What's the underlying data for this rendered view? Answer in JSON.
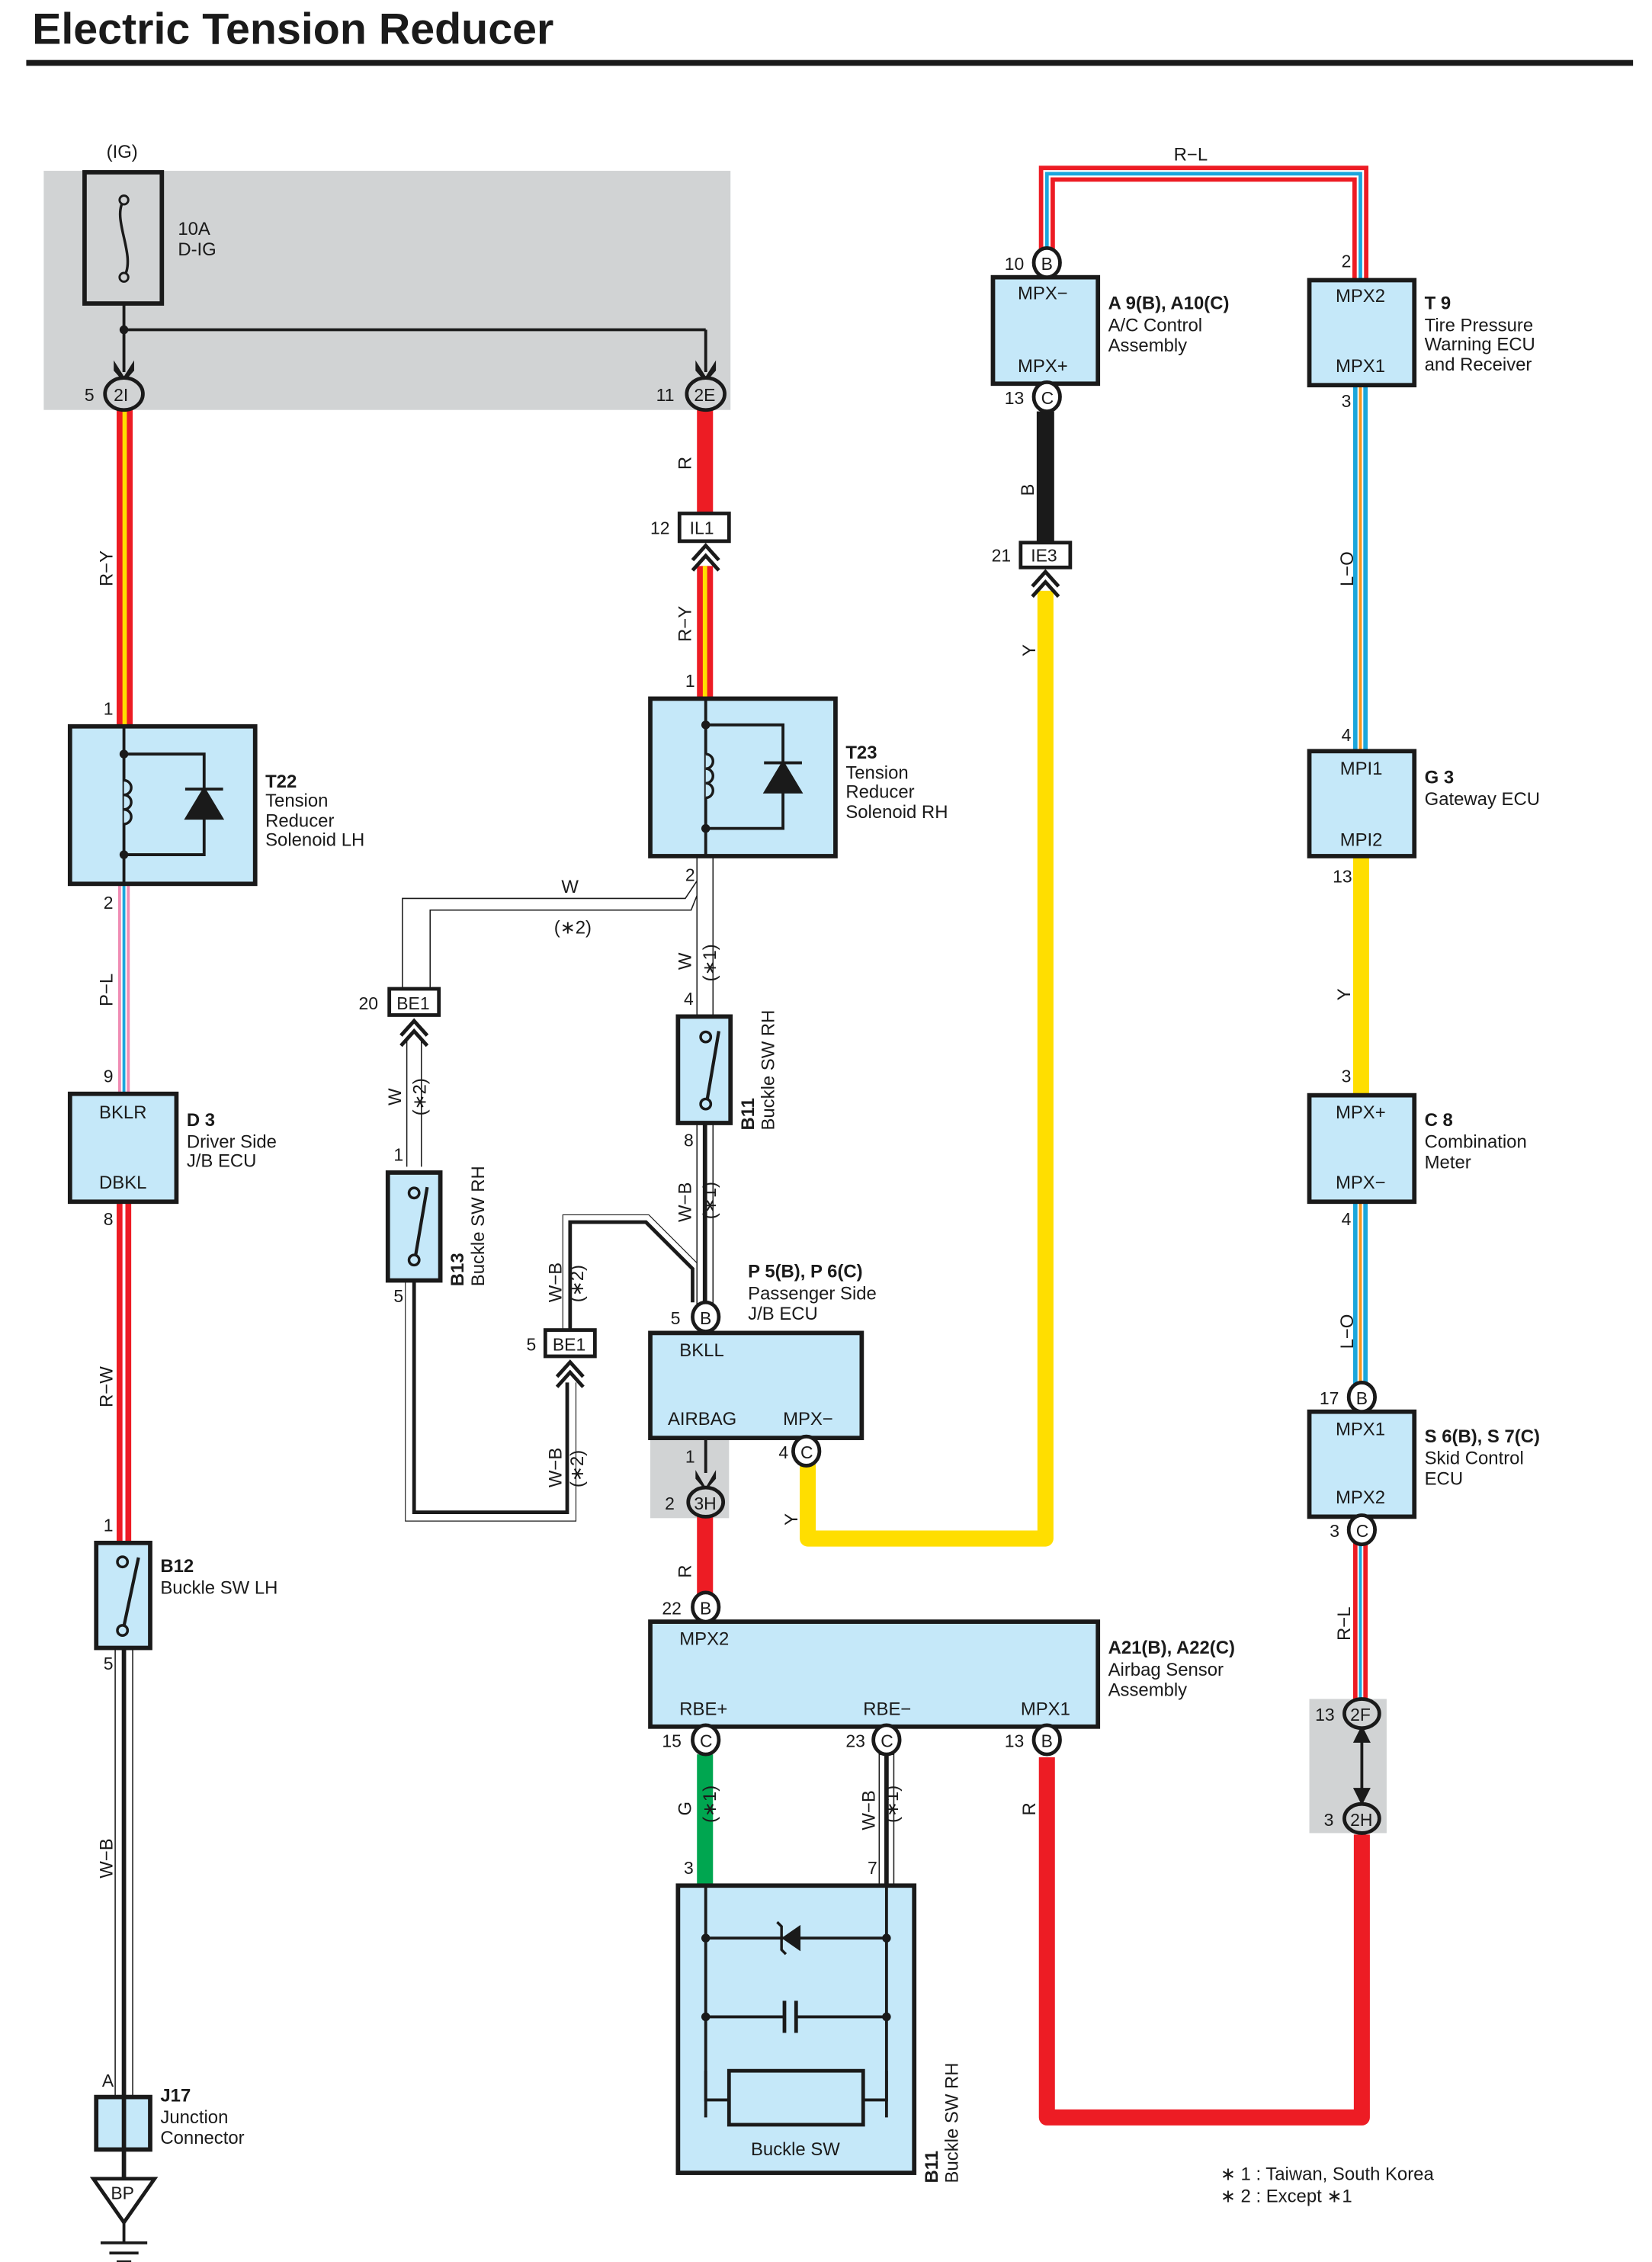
{
  "title": "Electric Tension Reducer",
  "colors": {
    "red": "#ed1c24",
    "yellow": "#ffde00",
    "blue": "#1ba6dc",
    "orange": "#f7941d",
    "pink": "#f08cb4",
    "green": "#00a650",
    "black": "#1a1a1a",
    "component_fill": "#c5e8f9",
    "junction_block_gray": "#d1d3d4"
  },
  "power": {
    "source": "(IG)",
    "fuse_rating": "10A",
    "fuse_name": "D-IG",
    "connectors": [
      {
        "pin": "5",
        "id": "2I"
      },
      {
        "pin": "11",
        "id": "2E"
      }
    ]
  },
  "components": {
    "t22": {
      "code": "T22",
      "name_lines": [
        "Tension",
        "Reducer",
        "Solenoid LH"
      ],
      "pins": [
        "1",
        "2"
      ]
    },
    "t23": {
      "code": "T23",
      "name_lines": [
        "Tension",
        "Reducer",
        "Solenoid RH"
      ],
      "pins": [
        "1",
        "2"
      ]
    },
    "d3": {
      "code": "D 3",
      "name_lines": [
        "Driver Side",
        "J/B ECU"
      ],
      "terminals": [
        "BKLR",
        "DBKL"
      ],
      "pins": [
        "9",
        "8"
      ]
    },
    "b12": {
      "code": "B12",
      "name": "Buckle SW LH",
      "pins": [
        "1",
        "5"
      ]
    },
    "j17": {
      "code": "J17",
      "name_lines": [
        "Junction",
        "Connector"
      ],
      "pin": "A"
    },
    "ground": {
      "label": "BP"
    },
    "b13": {
      "code": "B13",
      "name": "Buckle SW RH",
      "pins": [
        "1",
        "5"
      ]
    },
    "b11_switch": {
      "code": "B11",
      "name": "Buckle SW RH",
      "pins": [
        "4",
        "8"
      ]
    },
    "p5": {
      "code": "P 5(B), P 6(C)",
      "name_lines": [
        "Passenger Side",
        "J/B ECU"
      ],
      "terminals": [
        "BKLL",
        "AIRBAG",
        "MPX−"
      ],
      "pin_bkll": "5",
      "conn_bkll": "B",
      "pin_mpx": "4",
      "conn_mpx": "C",
      "pin_airbag": "1"
    },
    "a9": {
      "code": "A 9(B), A10(C)",
      "name_lines": [
        "A/C Control",
        "Assembly"
      ],
      "terminals": [
        "MPX−",
        "MPX+"
      ],
      "pin_top": "10",
      "conn_top": "B",
      "pin_bottom": "13",
      "conn_bottom": "C"
    },
    "t9": {
      "code": "T 9",
      "name_lines": [
        "Tire Pressure",
        "Warning ECU",
        "and Receiver"
      ],
      "terminals": [
        "MPX2",
        "MPX1"
      ],
      "pins": [
        "2",
        "3"
      ]
    },
    "g3": {
      "code": "G 3",
      "name": "Gateway ECU",
      "terminals": [
        "MPI1",
        "MPI2"
      ],
      "pins": [
        "4",
        "13"
      ]
    },
    "c8": {
      "code": "C 8",
      "name_lines": [
        "Combination",
        "Meter"
      ],
      "terminals": [
        "MPX+",
        "MPX−"
      ],
      "pins": [
        "3",
        "4"
      ]
    },
    "s6": {
      "code": "S 6(B), S 7(C)",
      "name_lines": [
        "Skid Control",
        "ECU"
      ],
      "terminals": [
        "MPX1",
        "MPX2"
      ],
      "pin_top": "17",
      "conn_top": "B",
      "pin_bottom": "3",
      "conn_bottom": "C"
    },
    "a21": {
      "code": "A21(B), A22(C)",
      "name_lines": [
        "Airbag Sensor",
        "Assembly"
      ],
      "terminals": [
        "MPX2",
        "RBE+",
        "RBE−",
        "MPX1"
      ],
      "pin_mpx2": "22",
      "conn_mpx2": "B",
      "pin_rbep": "15",
      "conn_rbep": "C",
      "pin_rbem": "23",
      "conn_rbem": "C",
      "pin_mpx1": "13",
      "conn_mpx1": "B"
    },
    "b11_sensor": {
      "code": "B11",
      "name": "Buckle SW RH",
      "inner_label": "Buckle SW",
      "pins": [
        "3",
        "7"
      ]
    }
  },
  "inline_connectors": {
    "il1": {
      "pin": "12",
      "id": "IL1"
    },
    "ie3": {
      "pin": "21",
      "id": "IE3"
    },
    "be1_top": {
      "pin": "20",
      "id": "BE1"
    },
    "be1_bottom": {
      "pin": "5",
      "id": "BE1"
    },
    "j3h": {
      "pin": "2",
      "id": "3H"
    },
    "j2f": {
      "pin": "13",
      "id": "2F"
    },
    "j2h": {
      "pin": "3",
      "id": "2H"
    }
  },
  "wires": {
    "ry_left": "R−Y",
    "r_t23": "R",
    "ry_t23": "R−Y",
    "pl": "P−L",
    "rw": "R−W",
    "wb_left": "W−B",
    "w_top": "W",
    "w_top_note": "(∗2)",
    "w_b11": "W",
    "w_b11_note": "(∗1)",
    "w_b13": "W",
    "w_b13_note": "(∗2)",
    "wb_b11": "W−B",
    "wb_b11_note": "(∗1)",
    "wb_mid": "W−B",
    "wb_mid_note": "(∗2)",
    "wb_low": "W−B",
    "wb_low_note": "(∗2)",
    "r_3h": "R",
    "y_p5": "Y",
    "rl_top": "R−L",
    "b_a9": "B",
    "y_ie3": "Y",
    "lo_t9": "L−O",
    "y_g3": "Y",
    "lo_c8": "L−O",
    "rl_s6": "R−L",
    "g_rbe": "G",
    "g_rbe_note": "(∗1)",
    "wb_rbe": "W−B",
    "wb_rbe_note": "(∗1)",
    "r_mpx1": "R"
  },
  "footnotes": [
    "∗ 1 : Taiwan, South Korea",
    "∗ 2 : Except ∗1"
  ]
}
